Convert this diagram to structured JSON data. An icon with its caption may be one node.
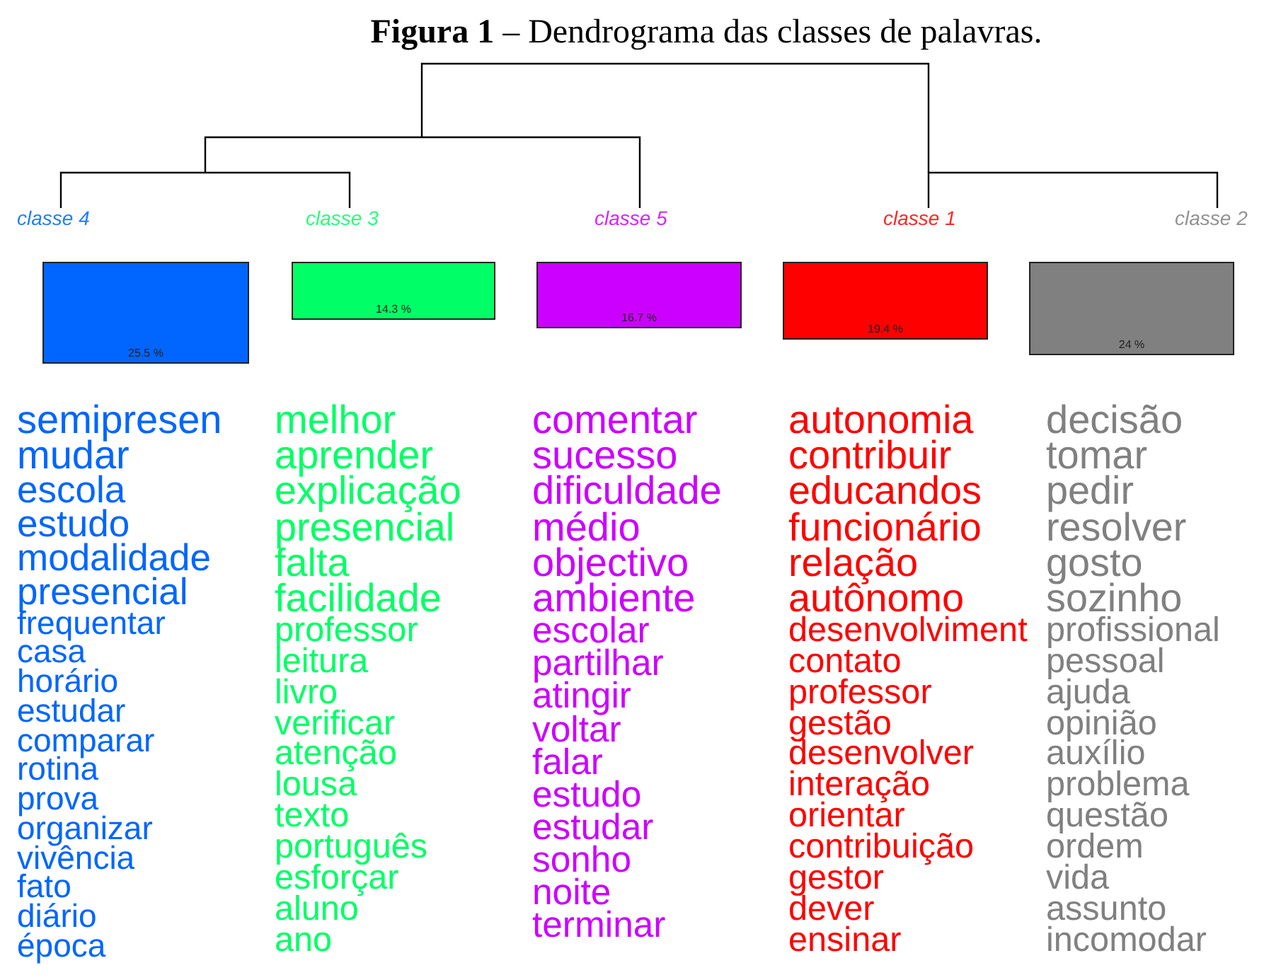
{
  "diagram": {
    "title": "**Figura 1** – Dendrograma das classes de palavras.",
    "nodes": [
      {
        "text": [
          "classe 4",
          "25.5 %"
        ],
        "beside": [
          "semipresen",
          "mudar",
          "escola",
          "estudo",
          "modalidade",
          "presencial",
          "frequentar",
          "casa",
          "horário",
          "estudar",
          "comparar",
          "rotina",
          "prova",
          "organizar",
          "vivência",
          "fato",
          "diário",
          "época"
        ]
      },
      {
        "text": [
          "classe 3",
          "14.3 %"
        ],
        "beside": [
          "melhor",
          "aprender",
          "explicação",
          "presencial",
          "falta",
          "facilidade",
          "professor",
          "leitura",
          "livro",
          "verificar",
          "atenção",
          "lousa",
          "texto",
          "português",
          "esforçar",
          "aluno",
          "ano"
        ]
      },
      {
        "text": [
          "classe 5",
          "16.7 %"
        ],
        "beside": [
          "comentar",
          "sucesso",
          "dificuldade",
          "médio",
          "objectivo",
          "ambiente",
          "escolar",
          "partilhar",
          "atingir",
          "voltar",
          "falar",
          "estudo",
          "estudar",
          "sonho",
          "noite",
          "terminar"
        ]
      },
      {
        "text": [
          "classe 1",
          "19.4 %"
        ],
        "beside": [
          "autonomia",
          "contribuir",
          "educandos",
          "funcionário",
          "relação",
          "autônomo",
          "desenvolviment",
          "contato",
          "professor",
          "gestão",
          "desenvolver",
          "interação",
          "orientar",
          "contribuição",
          "gestor",
          "dever",
          "ensinar"
        ]
      },
      {
        "text": [
          "classe 2",
          "24 %"
        ],
        "beside": [
          "decisão",
          "tomar",
          "pedir",
          "resolver",
          "gosto",
          "sozinho",
          "profissional",
          "pessoal",
          "ajuda",
          "opinião",
          "auxílio",
          "problema",
          "questão",
          "ordem",
          "vida",
          "assunto",
          "incomodar"
        ]
      }
    ]
  }
}
